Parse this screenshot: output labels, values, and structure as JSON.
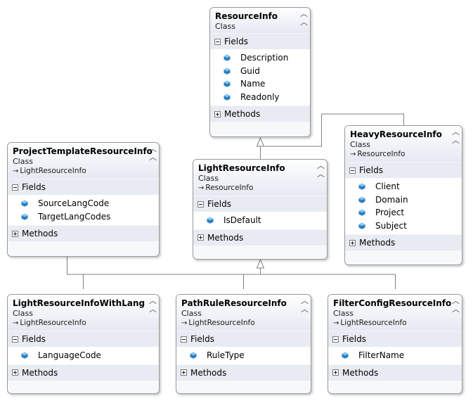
{
  "classes": {
    "resource_info": {
      "name": "ResourceInfo",
      "stereotype": "Class",
      "fields_label": "Fields",
      "fields": [
        "Description",
        "Guid",
        "Name",
        "Readonly"
      ],
      "methods_label": "Methods"
    },
    "project_template_resource_info": {
      "name": "ProjectTemplateResourceInfo",
      "stereotype": "Class",
      "base": "LightResourceInfo",
      "fields_label": "Fields",
      "fields": [
        "SourceLangCode",
        "TargetLangCodes"
      ],
      "methods_label": "Methods"
    },
    "light_resource_info": {
      "name": "LightResourceInfo",
      "stereotype": "Class",
      "base": "ResourceInfo",
      "fields_label": "Fields",
      "fields": [
        "IsDefault"
      ],
      "methods_label": "Methods"
    },
    "heavy_resource_info": {
      "name": "HeavyResourceInfo",
      "stereotype": "Class",
      "base": "ResourceInfo",
      "fields_label": "Fields",
      "fields": [
        "Client",
        "Domain",
        "Project",
        "Subject"
      ],
      "methods_label": "Methods"
    },
    "light_resource_info_with_lang": {
      "name": "LightResourceInfoWithLang",
      "stereotype": "Class",
      "base": "LightResourceInfo",
      "fields_label": "Fields",
      "fields": [
        "LanguageCode"
      ],
      "methods_label": "Methods"
    },
    "path_rule_resource_info": {
      "name": "PathRuleResourceInfo",
      "stereotype": "Class",
      "base": "LightResourceInfo",
      "fields_label": "Fields",
      "fields": [
        "RuleType"
      ],
      "methods_label": "Methods"
    },
    "filter_config_resource_info": {
      "name": "FilterConfigResourceInfo",
      "stereotype": "Class",
      "base": "LightResourceInfo",
      "fields_label": "Fields",
      "fields": [
        "FilterName"
      ],
      "methods_label": "Methods"
    }
  },
  "icons": {
    "field": "field-icon",
    "collapse": "chevron-up-icon",
    "base_arrow": "inheritance-arrow-icon"
  },
  "colors": {
    "field_icon": "#2a7fc0",
    "border": "#9a9a9a",
    "section_band": "#e8ebf2"
  }
}
